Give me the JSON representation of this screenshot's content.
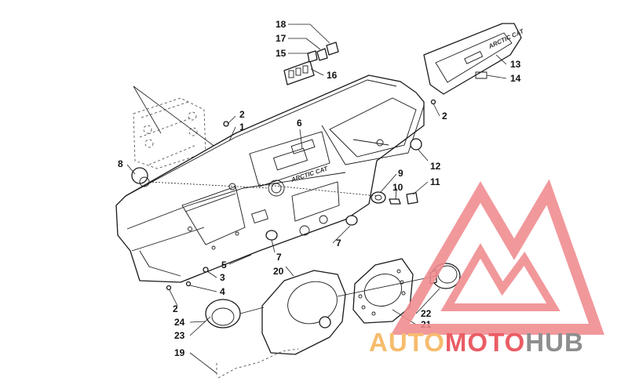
{
  "diagram": {
    "brand_engraving": "ARCTIC CAT",
    "callouts": [
      {
        "id": "c18",
        "label": "18"
      },
      {
        "id": "c17",
        "label": "17"
      },
      {
        "id": "c15",
        "label": "15"
      },
      {
        "id": "c16",
        "label": "16"
      },
      {
        "id": "c13",
        "label": "13"
      },
      {
        "id": "c14",
        "label": "14"
      },
      {
        "id": "c2a",
        "label": "2"
      },
      {
        "id": "c1",
        "label": "1"
      },
      {
        "id": "c6",
        "label": "6"
      },
      {
        "id": "c2b",
        "label": "2"
      },
      {
        "id": "c8",
        "label": "8"
      },
      {
        "id": "c12",
        "label": "12"
      },
      {
        "id": "c9",
        "label": "9"
      },
      {
        "id": "c10",
        "label": "10"
      },
      {
        "id": "c11",
        "label": "11"
      },
      {
        "id": "c7a",
        "label": "7"
      },
      {
        "id": "c7b",
        "label": "7"
      },
      {
        "id": "c5",
        "label": "5"
      },
      {
        "id": "c3",
        "label": "3"
      },
      {
        "id": "c4",
        "label": "4"
      },
      {
        "id": "c20",
        "label": "20"
      },
      {
        "id": "c2c",
        "label": "2"
      },
      {
        "id": "c24",
        "label": "24"
      },
      {
        "id": "c23",
        "label": "23"
      },
      {
        "id": "c22",
        "label": "22"
      },
      {
        "id": "c21",
        "label": "21"
      },
      {
        "id": "c19",
        "label": "19"
      }
    ]
  },
  "watermark": {
    "part1": "AUTO",
    "part2": "MOTO",
    "part3": "HUB",
    "color_orange": "#f5b35a",
    "color_red": "#e8474f",
    "color_gray": "#7f7f7f"
  }
}
